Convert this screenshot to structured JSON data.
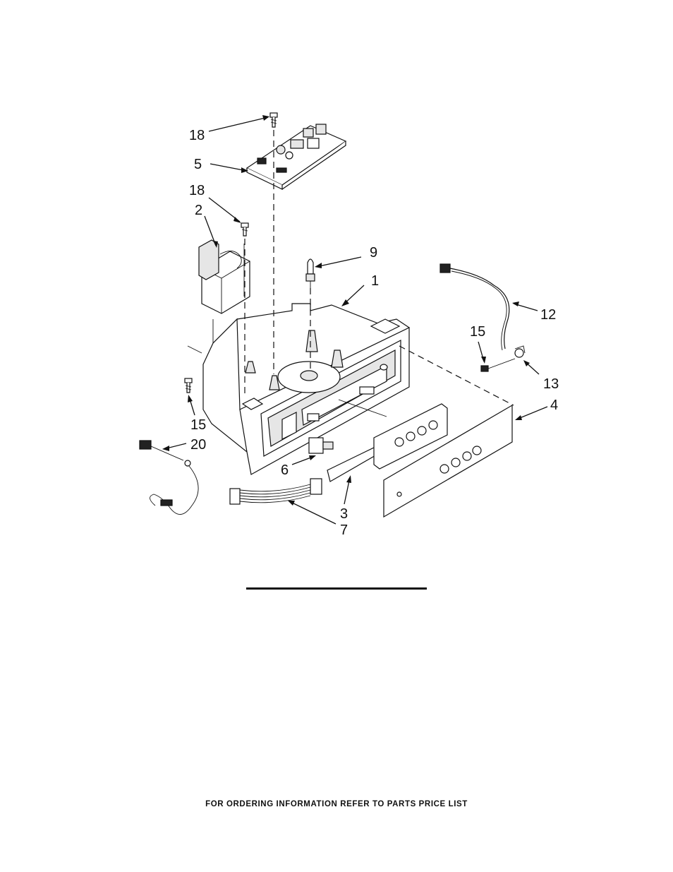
{
  "diagram": {
    "callouts": {
      "c18a": "18",
      "c5": "5",
      "c18b": "18",
      "c2": "2",
      "c9": "9",
      "c1": "1",
      "c12": "12",
      "c15a": "15",
      "c13": "13",
      "c4": "4",
      "c15b": "15",
      "c20": "20",
      "c6": "6",
      "c3": "3",
      "c7": "7"
    }
  },
  "footer": {
    "note": "FOR ORDERING INFORMATION REFER TO PARTS PRICE LIST"
  }
}
